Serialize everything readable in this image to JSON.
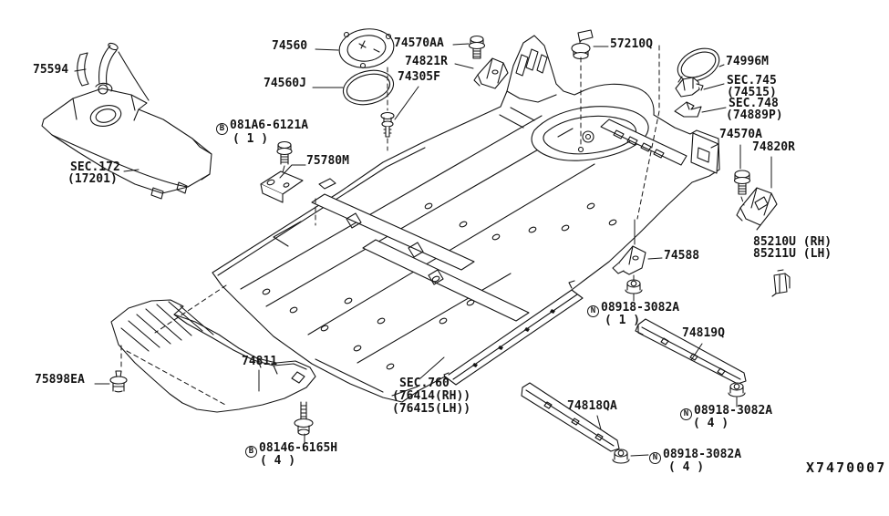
{
  "diagram": {
    "type": "parts-catalog-line-drawing",
    "subject": "floor fitting / underbody panels with fuel tank",
    "ink_color": "#141414",
    "background_color": "#ffffff",
    "drawing_code": "X7470007"
  },
  "callouts": {
    "p75594": "75594",
    "sec172_1": "SEC.172",
    "sec172_2": "(17201)",
    "p74560": "74560",
    "p74560j": "74560J",
    "p74570aa": "74570AA",
    "p74821r": "74821R",
    "p74305f": "74305F",
    "b081a6_prefix": "B",
    "b081a6": "081A6-6121A",
    "b081a6_qty": "( 1 )",
    "p75780m": "75780M",
    "p57210q": "57210Q",
    "p74996m": "74996M",
    "sec745_1": "SEC.745",
    "sec745_2": "(74515)",
    "sec748_1": "SEC.748",
    "sec748_2": "(74889P)",
    "p74570a": "74570A",
    "p74820r": "74820R",
    "p85210u": "85210U (RH)",
    "p85211u": "85211U (LH)",
    "p74588": "74588",
    "n1_prefix": "N",
    "n1": "08918-3082A",
    "n1_qty": "( 1 )",
    "p74819q": "74819Q",
    "n2_prefix": "N",
    "n2": "08918-3082A",
    "n2_qty": "( 4 )",
    "p74818qa": "74818QA",
    "n3_prefix": "N",
    "n3": "08918-3082A",
    "n3_qty": "( 4 )",
    "p74811": "74811",
    "p75898ea": "75898EA",
    "b08146_prefix": "B",
    "b08146": "08146-6165H",
    "b08146_qty": "( 4 )",
    "sec760_1": "SEC.760",
    "sec760_2": "(76414(RH))",
    "sec760_3": "(76415(LH))"
  }
}
